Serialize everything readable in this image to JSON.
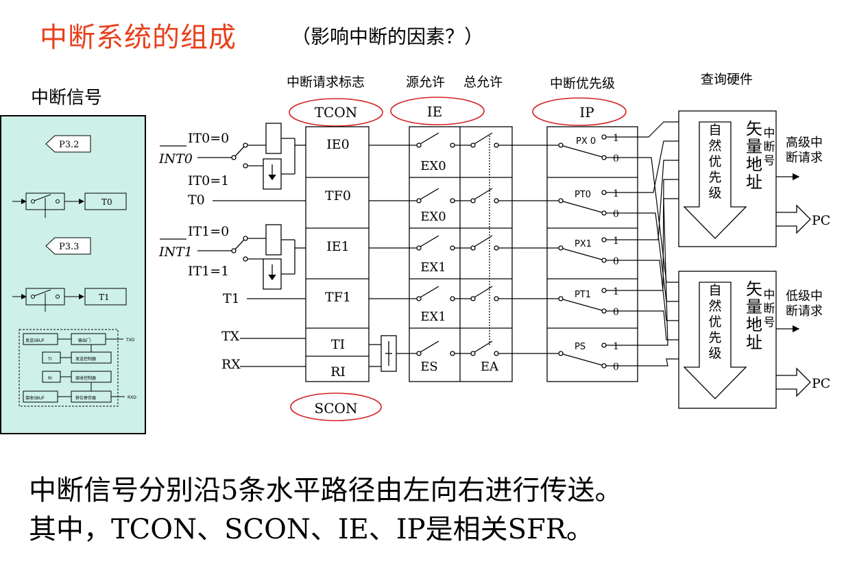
{
  "title": "中断系统的组成",
  "subtitle": "（影响中断的因素？）",
  "signal_heading": "中断信号",
  "side_panel": {
    "p32": "P3.2",
    "p33": "P3.3",
    "t0": "T0",
    "t1": "T1",
    "blocks": [
      "发送SBUF",
      "输出门",
      "发送控制器",
      "TI",
      "接收控制器",
      "RI",
      "接收SBUF",
      "移位寄存器"
    ],
    "txd": "TXD",
    "rxd": "RXD"
  },
  "columns": {
    "flags": "中断请求标志",
    "source_enable": "源允许",
    "global_enable": "总允许",
    "priority": "中断优先级",
    "polling": "查询硬件"
  },
  "registers": {
    "tcon": "TCON",
    "ie": "IE",
    "ip": "IP",
    "scon": "SCON"
  },
  "inputs": {
    "it0_0": "IT0=0",
    "int0": "INT0",
    "it0_1": "IT0=1",
    "t0": "T0",
    "it1_0": "IT1=0",
    "int1": "INT1",
    "it1_1": "IT1=1",
    "t1": "T1",
    "tx": "TX",
    "rx": "RX"
  },
  "flags": [
    "IE0",
    "TF0",
    "IE1",
    "TF1",
    "TI",
    "RI"
  ],
  "enables": [
    "EX0",
    "EX0",
    "EX1",
    "EX1",
    "ES"
  ],
  "ea": "EA",
  "priorities": [
    "PX 0",
    "PT0",
    "PX1",
    "PT1",
    "PS"
  ],
  "priority_one": "1",
  "priority_zero": "0",
  "poll": {
    "natural": "自然优先级",
    "vector": "矢量地址",
    "int_no": "中断号",
    "high": "高级中断请求",
    "low": "低级中断请求",
    "pc": "PC"
  },
  "bottom": {
    "line1": "中断信号分别沿5条水平路径由左向右进行传送。",
    "line2": "其中，TCON、SCON、IE、IP是相关SFR。"
  }
}
